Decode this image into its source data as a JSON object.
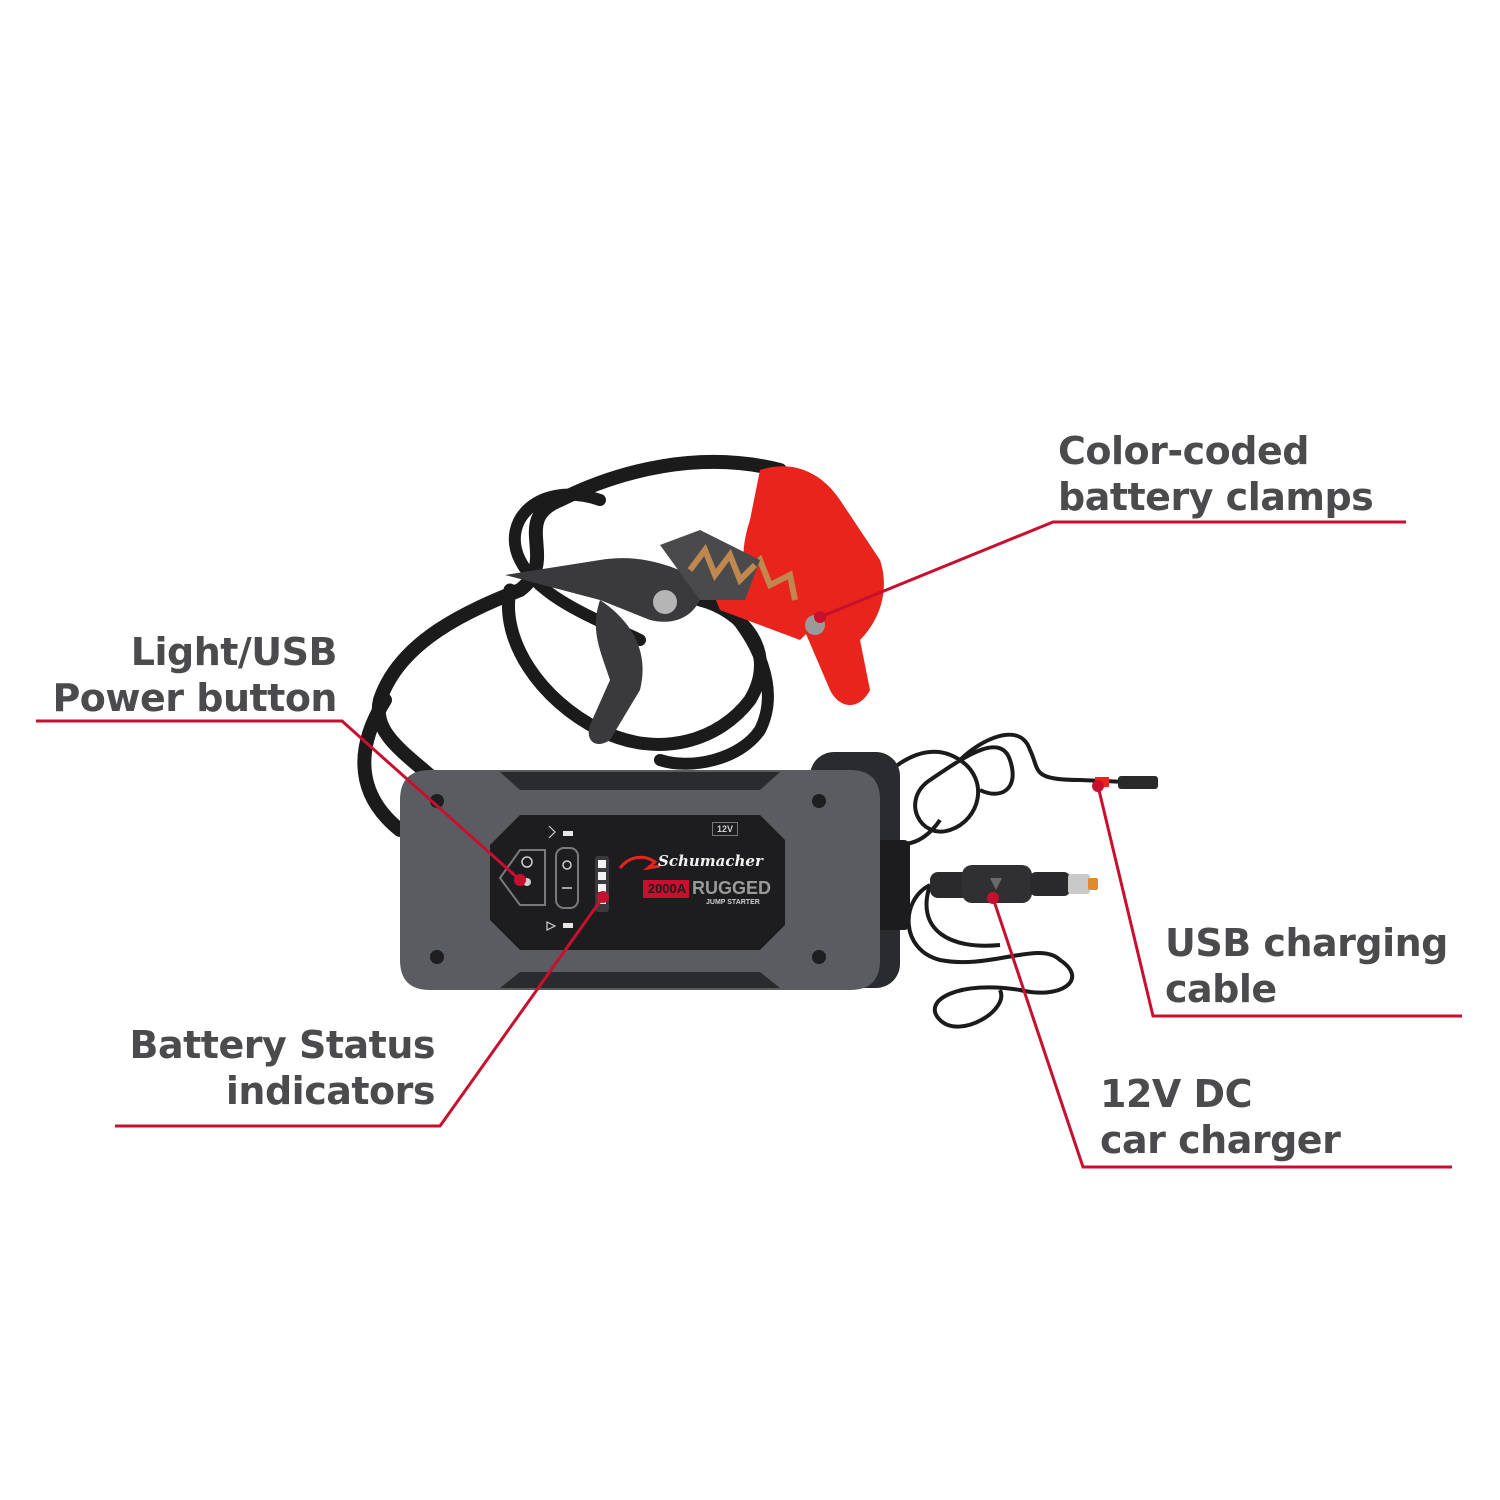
{
  "product": {
    "brand": "Schumacher",
    "rating": "2000A",
    "line": "RUGGED",
    "subtitle": "JUMP STARTER",
    "voltage_badge": "12V"
  },
  "callouts": [
    {
      "id": "clamps",
      "lines": [
        "Color-coded",
        "battery clamps"
      ]
    },
    {
      "id": "power",
      "lines": [
        "Light/USB",
        "Power button"
      ]
    },
    {
      "id": "usb",
      "lines": [
        "USB charging",
        "cable"
      ]
    },
    {
      "id": "battery",
      "lines": [
        "Battery Status",
        "indicators"
      ]
    },
    {
      "id": "car",
      "lines": [
        "12V DC",
        "car charger"
      ]
    }
  ],
  "colors": {
    "leader": "#c8102e",
    "label_text": "#4b4b4d",
    "clamp_red": "#e8241c",
    "clamp_black": "#3a3a3c",
    "housing": "#5a5c61",
    "panel": "#1d1d1f",
    "cable": "#1b1b1c"
  }
}
